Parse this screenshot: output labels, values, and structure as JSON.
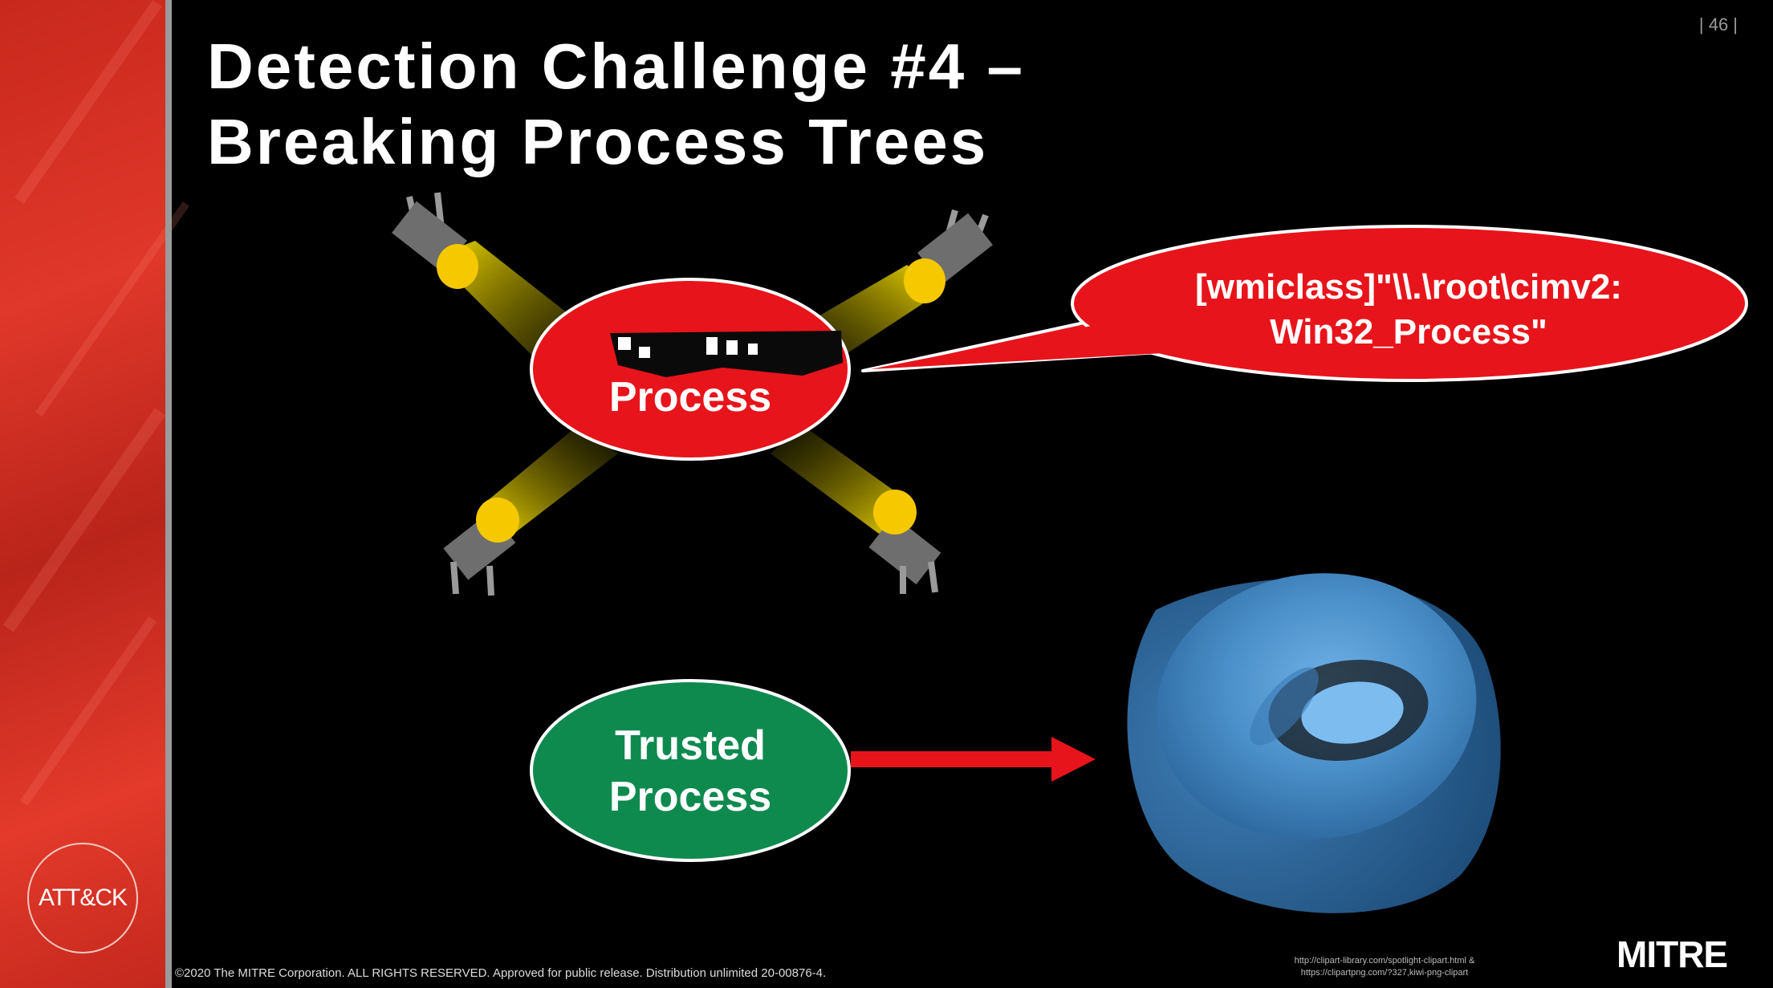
{
  "slide": {
    "page_number": "| 46 |",
    "title_line1": "Detection Challenge #4 –",
    "title_line2": "Breaking Process Trees"
  },
  "bubble": {
    "line1": "[wmiclass]\"\\\\.\\root\\cimv2:",
    "line2": "Win32_Process\""
  },
  "process_node": {
    "label": "Process"
  },
  "trusted_node": {
    "line1": "Trusted",
    "line2": "Process"
  },
  "sidebar": {
    "logo_text": "ATT&CK"
  },
  "footer": {
    "copyright": "©2020 The MITRE Corporation. ALL RIGHTS RESERVED. Approved for public release. Distribution unlimited 20-00876-4.",
    "source1": "http://clipart-library.com/spotlight-clipart.html &",
    "source2": "https://clipartpng.com/?327,kiwi-png-clipart",
    "brand": "MITRE"
  },
  "colors": {
    "sidebar_red": "#d8322a",
    "process_red": "#e8141b",
    "trusted_green": "#0f8a4f",
    "spotlight_yellow": "#ffe600",
    "kiwi_blue": "#4a8fc9"
  }
}
